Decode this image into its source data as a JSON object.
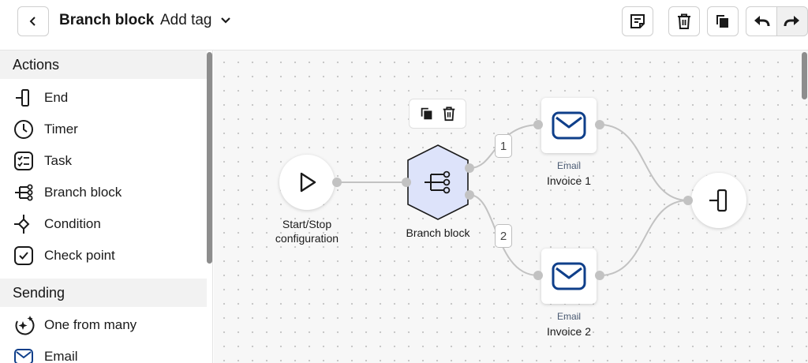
{
  "header": {
    "title": "Branch block",
    "tag_label": "Add tag",
    "icons": [
      "chevron-left-icon",
      "notes-icon",
      "trash-icon",
      "copy-icon",
      "undo-icon",
      "redo-icon"
    ]
  },
  "sidebar": {
    "sections": [
      {
        "title": "Actions",
        "items": [
          {
            "label": "End",
            "icon": "end-icon"
          },
          {
            "label": "Timer",
            "icon": "timer-icon"
          },
          {
            "label": "Task",
            "icon": "task-icon"
          },
          {
            "label": "Branch block",
            "icon": "branch-icon"
          },
          {
            "label": "Condition",
            "icon": "condition-icon"
          },
          {
            "label": "Check point",
            "icon": "checkpoint-icon"
          }
        ]
      },
      {
        "title": "Sending",
        "items": [
          {
            "label": "One from many",
            "icon": "sparkle-icon"
          },
          {
            "label": "Email",
            "icon": "email-icon"
          }
        ]
      }
    ]
  },
  "canvas": {
    "start_node": {
      "label_line1": "Start/Stop",
      "label_line2": "configuration",
      "icon": "play-icon"
    },
    "branch_node": {
      "label": "Branch block",
      "icon": "branch-icon",
      "selected": true
    },
    "branch_toolbar": {
      "icons": [
        "copy-icon",
        "trash-icon"
      ]
    },
    "email_nodes": [
      {
        "type_label": "Email",
        "name": "Invoice 1",
        "branch": "1"
      },
      {
        "type_label": "Email",
        "name": "Invoice 2",
        "branch": "2"
      }
    ],
    "end_node": {
      "icon": "end-icon"
    }
  },
  "colors": {
    "accent": "#0f3f8a",
    "selected_fill": "#dde3fa",
    "edge": "#c2c2c2",
    "canvas_bg": "#f7f7f7"
  }
}
